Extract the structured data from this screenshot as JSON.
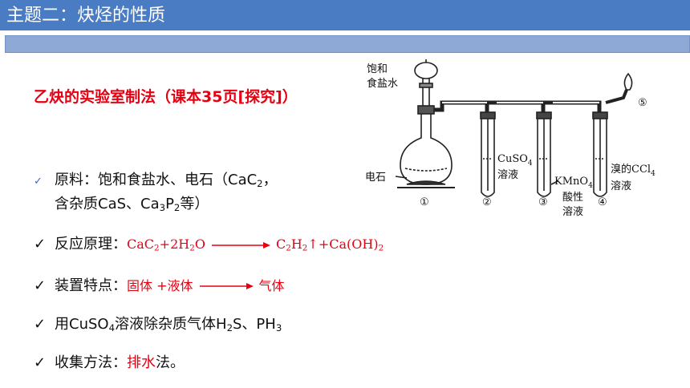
{
  "header": {
    "title": "主题二：炔烃的性质"
  },
  "section_heading": "乙炔的实验室制法（课本35页[探究]）",
  "bullets": {
    "raw": {
      "label": "原料：",
      "text1": "饱和食盐水、电石（CaC",
      "text1_sub": "2",
      "text1_end": "，",
      "text2": "含杂质CaS、Ca",
      "text2_sub1": "3",
      "text2_mid": "P",
      "text2_sub2": "2",
      "text2_end": "等）"
    },
    "reaction": {
      "label": "反应原理：",
      "lhs": "CaC",
      "lhs_sub": "2",
      "lhs_end": "+2H",
      "lhs_sub2": "2",
      "lhs_tail": "O",
      "rhs": "C",
      "rhs_sub1": "2",
      "rhs_mid": "H",
      "rhs_sub2": "2",
      "rhs_tail": "↑+Ca(OH)",
      "rhs_sub3": "2"
    },
    "device": {
      "label": "装置特点：",
      "lhs": "固体 +液体",
      "rhs": "气体"
    },
    "purify": {
      "text1": "用CuSO",
      "sub1": "4",
      "text2": "溶液除杂质气体H",
      "sub2": "2",
      "text3": "S、PH",
      "sub3": "3"
    },
    "collect": {
      "label": "收集方法：",
      "method": "排水",
      "end": "法。"
    }
  },
  "apparatus": {
    "label_brine_1": "饱和",
    "label_brine_2": "食盐水",
    "label_carbide": "电石",
    "label_5": "⑤",
    "label_1": "①",
    "label_2": "②",
    "label_3": "③",
    "label_4": "④",
    "label_cuso4_1": "CuSO",
    "label_cuso4_sub": "4",
    "label_cuso4_2": "溶液",
    "label_kmno4_1": "KMnO",
    "label_kmno4_sub": "4",
    "label_kmno4_2": "酸性",
    "label_kmno4_3": "溶液",
    "label_br_1": "溴的CCl",
    "label_br_sub": "4",
    "label_br_2": "溶液"
  },
  "colors": {
    "title_bar": "#4a7cc4",
    "sub_bar": "#8ea9d6",
    "accent_red": "#e60012",
    "check_blue": "#3a66c4"
  }
}
